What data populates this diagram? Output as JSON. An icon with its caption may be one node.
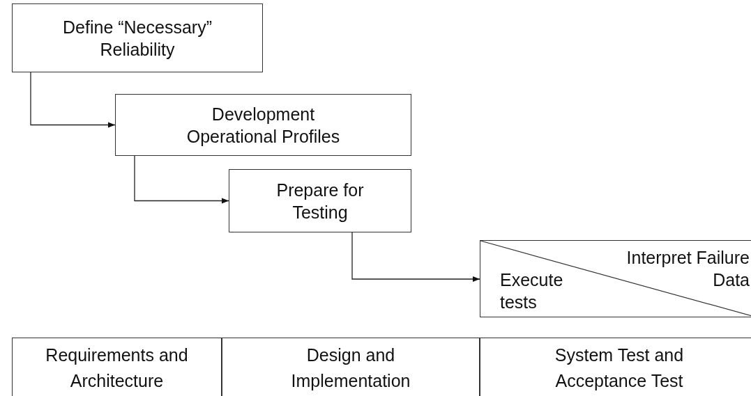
{
  "diagram": {
    "nodes": [
      {
        "text": [
          "Define “Necessary” Reliability"
        ]
      },
      {
        "text": [
          "Development Operational Profiles"
        ]
      },
      {
        "text": [
          "Prepare for Testing"
        ]
      },
      {
        "text": [
          "Execute tests",
          "Interpret Failure Data"
        ]
      }
    ],
    "edges": [
      {
        "from": 0,
        "to": 1,
        "arrow": "to"
      },
      {
        "from": 1,
        "to": 2,
        "arrow": "to"
      },
      {
        "from": 2,
        "to": 3,
        "arrow": "to"
      }
    ],
    "labels": [
      "Requirements and Architecture",
      "Design and Implementation",
      "System Test and Acceptance Test"
    ]
  }
}
